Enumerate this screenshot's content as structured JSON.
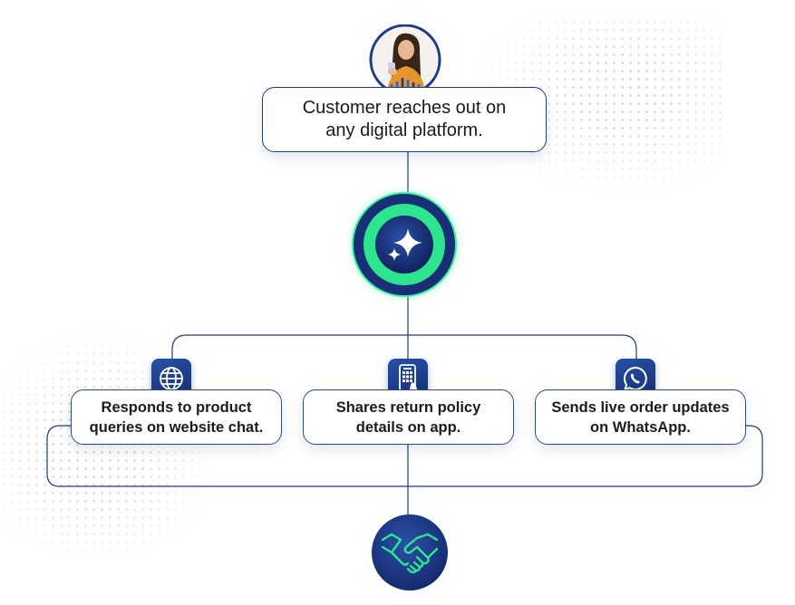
{
  "diagram": {
    "start_node": {
      "avatar_icon": "customer-avatar-icon",
      "voice_icon": "voice-wave-icon",
      "label": "Customer reaches out on any digital platform."
    },
    "ai_node": {
      "icon": "sparkle-ai-icon",
      "ring_color": "#2ee58f"
    },
    "steps": [
      {
        "icon": "globe-icon",
        "label": "Responds to product queries on website chat."
      },
      {
        "icon": "mobile-app-icon",
        "label": "Shares return policy details on app."
      },
      {
        "icon": "whatsapp-icon",
        "label": "Sends live order updates on WhatsApp."
      }
    ],
    "end_node": {
      "icon": "handshake-icon"
    },
    "colors": {
      "navy": "#1e3b8a",
      "accent_green": "#2ee58f"
    }
  }
}
